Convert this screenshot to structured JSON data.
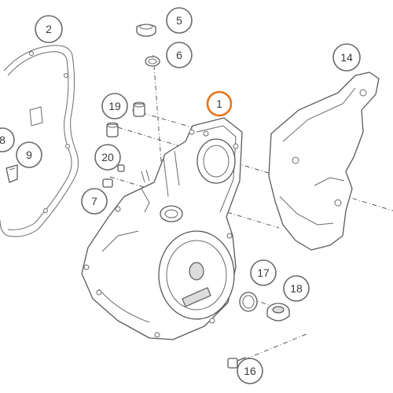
{
  "diagram": {
    "callouts": [
      {
        "key": "p1",
        "label": "1",
        "highlight": true
      },
      {
        "key": "p2",
        "label": "2",
        "highlight": false
      },
      {
        "key": "p5",
        "label": "5",
        "highlight": false
      },
      {
        "key": "p6",
        "label": "6",
        "highlight": false
      },
      {
        "key": "p7",
        "label": "7",
        "highlight": false
      },
      {
        "key": "p8",
        "label": "8",
        "highlight": false
      },
      {
        "key": "p9",
        "label": "9",
        "highlight": false
      },
      {
        "key": "p14",
        "label": "14",
        "highlight": false
      },
      {
        "key": "p16",
        "label": "16",
        "highlight": false
      },
      {
        "key": "p17",
        "label": "17",
        "highlight": false
      },
      {
        "key": "p18",
        "label": "18",
        "highlight": false
      },
      {
        "key": "p19",
        "label": "19",
        "highlight": false
      },
      {
        "key": "p20",
        "label": "20",
        "highlight": false
      }
    ],
    "highlight_color": "#e8741c",
    "line_color": "#5a5a5a"
  }
}
